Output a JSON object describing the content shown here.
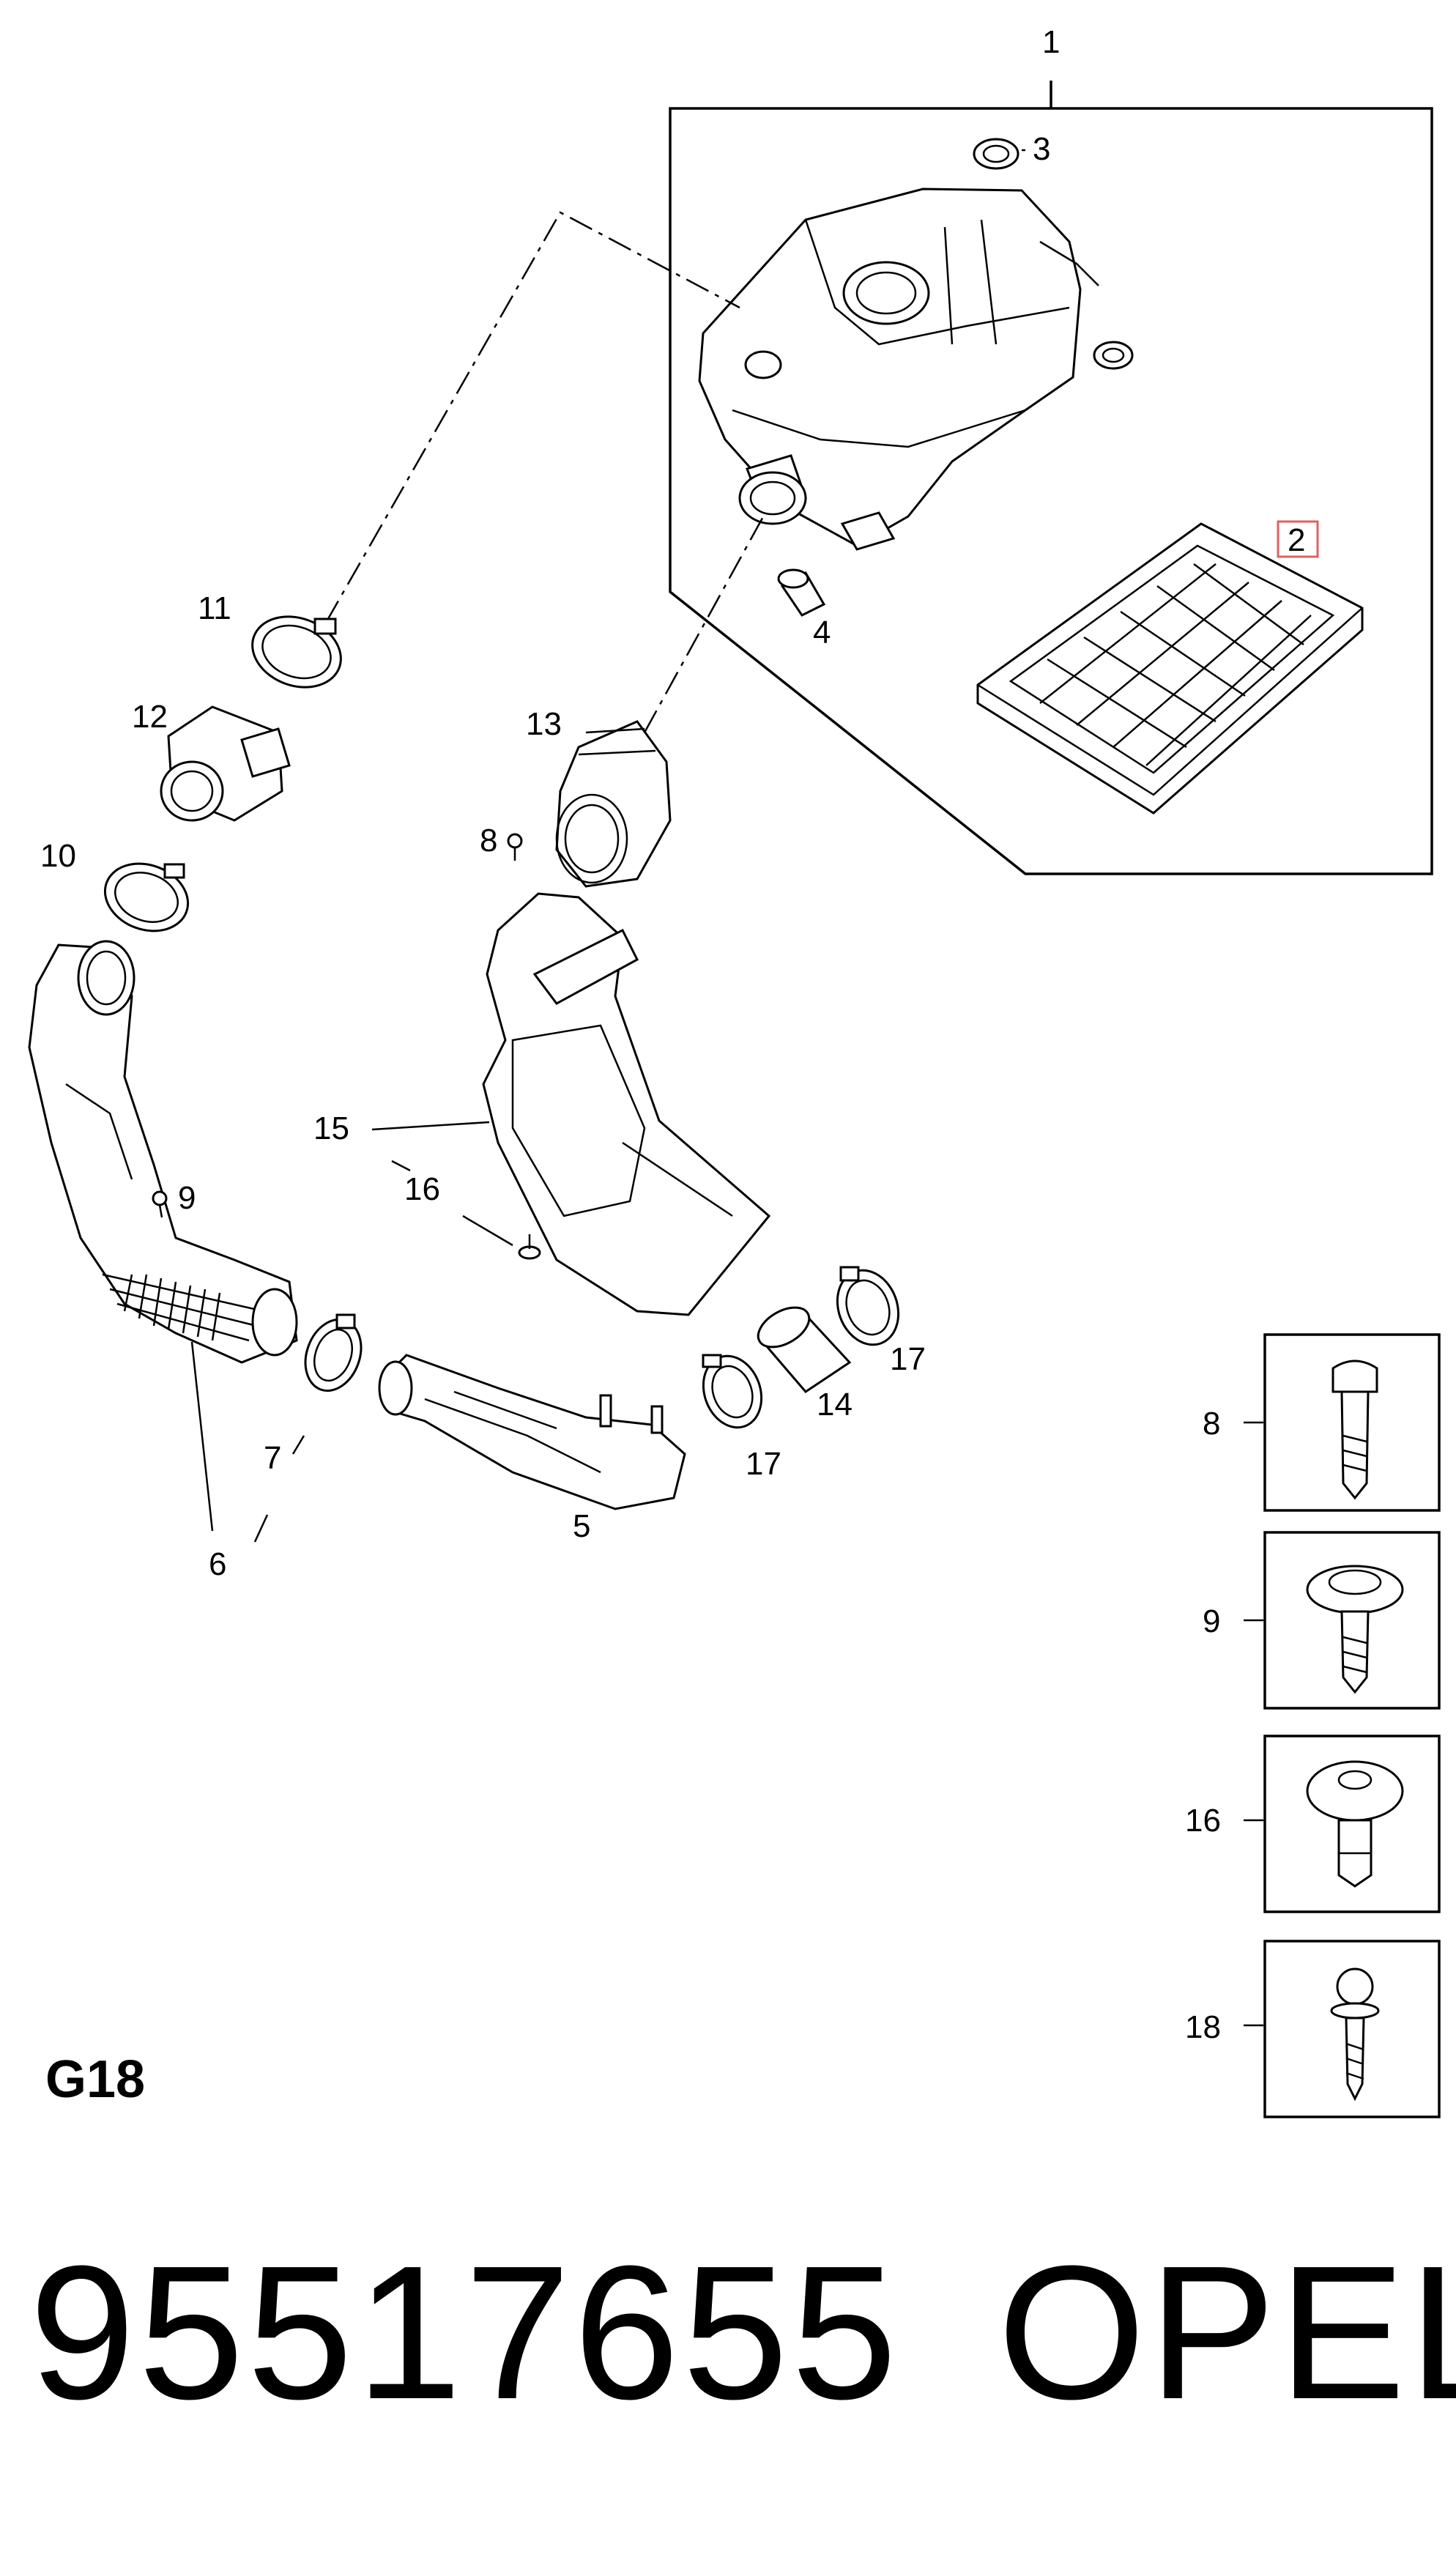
{
  "callouts": {
    "c1": "1",
    "c2": "2",
    "c3": "3",
    "c4": "4",
    "c5": "5",
    "c6": "6",
    "c7": "7",
    "c8": "8",
    "c9": "9",
    "c10": "10",
    "c11": "11",
    "c12": "12",
    "c13": "13",
    "c14": "14",
    "c15": "15",
    "c16": "16",
    "c17a": "17",
    "c17b": "17"
  },
  "fastener_boxes": [
    {
      "label": "8"
    },
    {
      "label": "9"
    },
    {
      "label": "16"
    },
    {
      "label": "18"
    }
  ],
  "section_label": "G18",
  "footer": {
    "part_number": "95517655",
    "brand": "OPEL"
  },
  "colors": {
    "highlight_box": "#e06060",
    "line": "#000000",
    "background": "#ffffff"
  }
}
